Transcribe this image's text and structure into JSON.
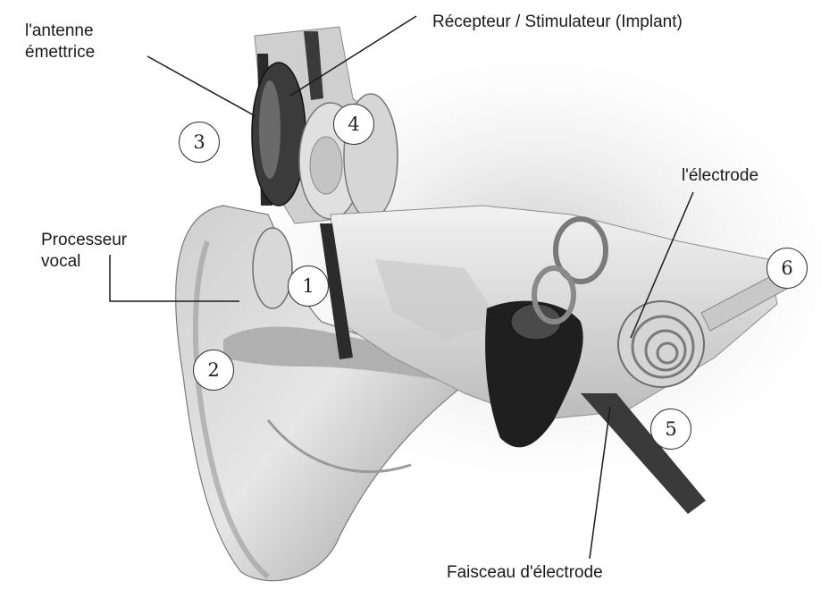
{
  "labels": {
    "antenne_line1": "l'antenne",
    "antenne_line2": "émettrice",
    "recepteur": "Récepteur / Stimulateur  (Implant)",
    "electrode": "l'électrode",
    "processeur_line1": "Processeur",
    "processeur_line2": "vocal",
    "faisceau": "Faisceau d'électrode"
  },
  "markers": [
    "1",
    "2",
    "3",
    "4",
    "5",
    "6"
  ],
  "colors": {
    "skin": "#d9d9d9",
    "shadow": "#2a2a2a",
    "bone": "#bdbdbd",
    "line": "#1a1a1a"
  }
}
